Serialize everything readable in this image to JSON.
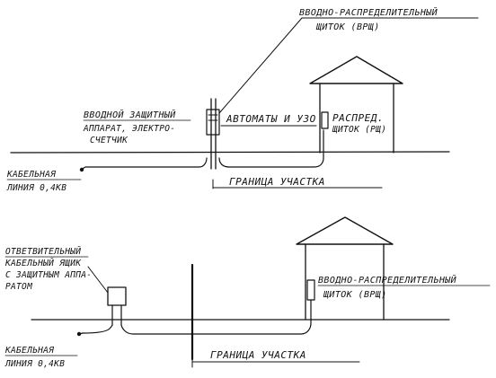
{
  "top": {
    "vrsh_label_1": "ВВОДНО-РАСПРЕДЕЛИТЕЛЬНЫЙ",
    "vrsh_label_2": "ЩИТОК (ВРЩ)",
    "protect_label_1": "ВВОДНОЙ ЗАЩИТНЫЙ",
    "protect_label_2": "АППАРАТ, ЭЛЕКТРО-",
    "protect_label_3": "СЧЕТЧИК",
    "automats_label": "АВТОМАТЫ И УЗО",
    "raspred_label_1": "РАСПРЕД.",
    "raspred_label_2": "ЩИТОК (РЩ)",
    "cable_label_1": "КАБЕЛЬНАЯ",
    "cable_label_2": "ЛИНИЯ 0,4КВ",
    "boundary_label": "ГРАНИЦА УЧАСТКА"
  },
  "bottom": {
    "branch_label_1": "ОТВЕТВИТЕЛЬНЫЙ",
    "branch_label_2": "КАБЕЛЬНЫЙ ЯЩИК",
    "branch_label_3": "С ЗАЩИТНЫМ АППА-",
    "branch_label_4": "РАТОМ",
    "vrsh_label_1": "ВВОДНО-РАСПРЕДЕЛИТЕЛЬНЫЙ",
    "vrsh_label_2": "ЩИТОК (ВРЩ)",
    "cable_label_1": "КАБЕЛЬНАЯ",
    "cable_label_2": "ЛИНИЯ 0,4КВ",
    "boundary_label": "ГРАНИЦА УЧАСТКА"
  }
}
